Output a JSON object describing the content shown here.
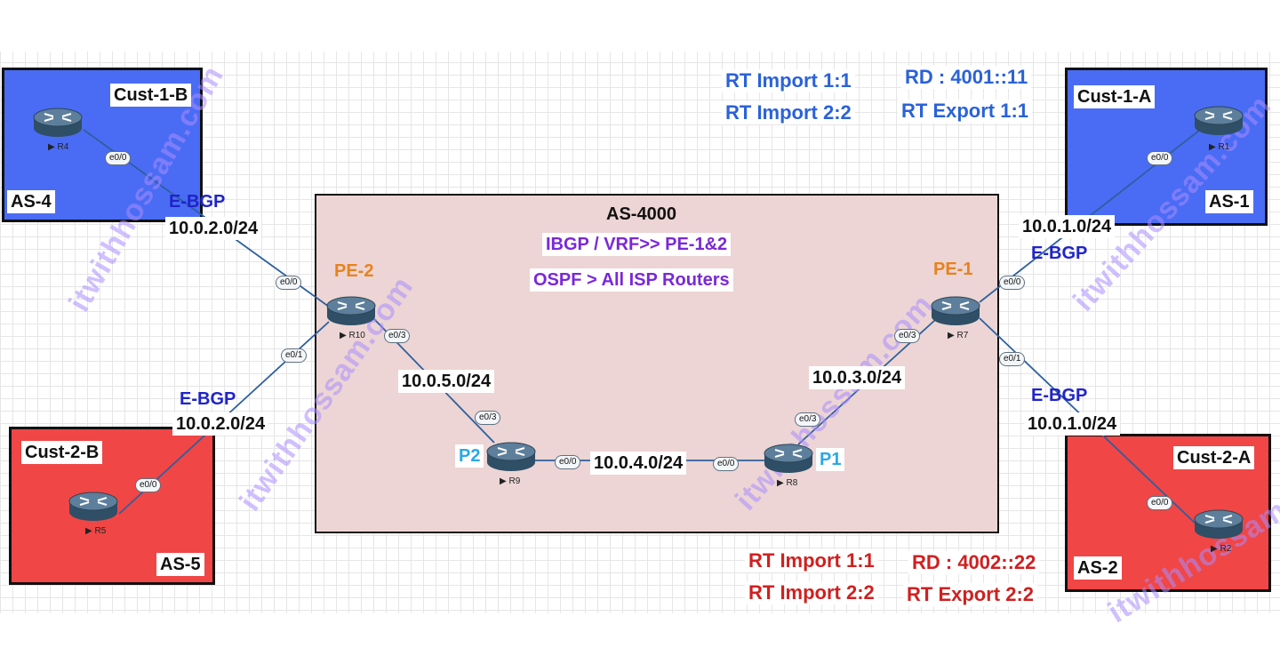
{
  "areas": {
    "as4": {
      "name": "AS-4",
      "customer": "Cust-1-B"
    },
    "as1": {
      "name": "AS-1",
      "customer": "Cust-1-A"
    },
    "as5": {
      "name": "AS-5",
      "customer": "Cust-2-B"
    },
    "as2": {
      "name": "AS-2",
      "customer": "Cust-2-A"
    },
    "core": {
      "name": "AS-4000",
      "line1": "IBGP / VRF>> PE-1&2",
      "line2": "OSPF > All ISP Routers"
    }
  },
  "vrf_blue": {
    "rt_import_1": "RT Import 1:1",
    "rt_import_2": "RT Import 2:2",
    "rd": "RD : 4001::11",
    "rt_export": "RT Export 1:1"
  },
  "vrf_red": {
    "rt_import_1": "RT Import 1:1",
    "rt_import_2": "RT Import 2:2",
    "rd": "RD : 4002::22",
    "rt_export": "RT Export 2:2"
  },
  "roles": {
    "pe2": "PE-2",
    "pe1": "PE-1",
    "p2": "P2",
    "p1": "P1"
  },
  "routers": {
    "r1": "R1",
    "r2": "R2",
    "r4": "R4",
    "r5": "R5",
    "r7": "R7",
    "r8": "R8",
    "r9": "R9",
    "r10": "R10"
  },
  "protocols": {
    "ebgp": "E-BGP"
  },
  "subnets": {
    "r4_r10": "10.0.2.0/24",
    "r5_r10": "10.0.2.0/24",
    "r10_r9": "10.0.5.0/24",
    "r9_r8": "10.0.4.0/24",
    "r8_r7": "10.0.3.0/24",
    "r7_r1": "10.0.1.0/24",
    "r7_r2": "10.0.1.0/24"
  },
  "ports": {
    "e00": "e0/0",
    "e01": "e0/1",
    "e03": "e0/3"
  },
  "watermark": "itwithhossam.com",
  "colors": {
    "customer_1": "#4a6cf4",
    "customer_2": "#f04646",
    "core": "#ecd5d4",
    "link": "#2e5f9e",
    "watermark": "#aa8cff"
  }
}
